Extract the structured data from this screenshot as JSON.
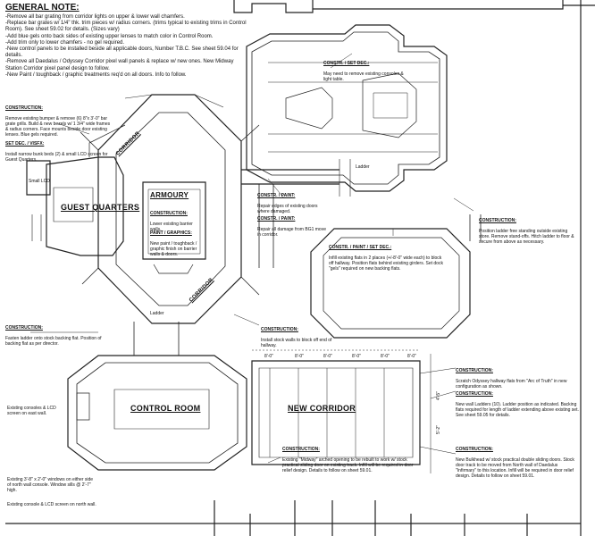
{
  "general_note": {
    "title": "GENERAL NOTE:",
    "items": [
      "-Remove all bar grating from corridor lights on upper & lower wall chamfers.",
      "-Replace bar grates w/ 1/4\" thk. trim pieces w/ radius corners. (trims typical to existing trims in Control Room). See sheet 59.02 for details. (Sizes vary)",
      "-Add blue gels onto back sides of existing upper lenses to match color in Control Room.",
      "-Add trim only to lower chamfers - no gel required.",
      "-New control panels to be installed beside all applicable doors, Number T.B.C. See sheet 59.04 for details.",
      "-Remove all Daedalus / Odyssey Corridor pixel wall panels & replace w/ new ones. New Midway Station Corridor pixel panel design to follow.",
      "-New Paint / toughback / graphic treatments req'd on all doors. Info to follow."
    ]
  },
  "rooms": {
    "guest_quarters": "GUEST QUARTERS",
    "armoury": "ARMOURY",
    "control_room": "CONTROL ROOM",
    "new_corridor": "NEW CORRIDOR",
    "corridor_a": "CORRIDOR",
    "corridor_b": "CORRIDOR",
    "small_room": "Small LCD",
    "ladder_1": "Ladder",
    "ladder_2": "Ladder"
  },
  "notes": {
    "constr_left": {
      "header": "CONSTRUCTION:",
      "text": "Remove existing bumper & remove (6) 8\"x 3'-0\" bar grate grills. Build & new bezels w/ 1 3/4\" wide frames & radius corners. Face mounts beside door existing lenses. Blue gels required."
    },
    "setdec_left": {
      "header": "SET DEC. / VISFX:",
      "text": "Install narrow bunk beds (2) & small LCD screen for Guest Quarters."
    },
    "armoury_constr": {
      "header": "CONSTRUCTION:",
      "text": "Lower existing barrier walls."
    },
    "armoury_paint": {
      "header": "PAINT / GRAPHICS:",
      "text": "New paint / toughback / graphic finish on barrier walls & doors."
    },
    "constr_setdec_top": {
      "header": "CONSTR. / SET DEC.:",
      "text": "May need to remove existing consoles & light table."
    },
    "constr_paint_1": {
      "header": "CONSTR. / PAINT:",
      "text": "Repair edges of existing doors where damaged."
    },
    "constr_paint_2": {
      "header": "CONSTR. / PAINT:",
      "text": "Repair all damage from BG1 move in corridor."
    },
    "constr_right_top": {
      "header": "CONSTRUCTION:",
      "text": "Position ladder free standing outside existing store. Remove stand-offs. Hitch ladder to floor & secure from above as necessary."
    },
    "constr_paint_setdec": {
      "header": "CONSTR. / PAINT / SET DEC.:",
      "text": "Infill existing flats in 2 places (+/-8'-0\" wide each) to block off hallway. Position flats behind existing girders. Set dock \"gels\" required on new backing flats."
    },
    "constr_ladder": {
      "header": "CONSTRUCTION:",
      "text": "Fasten ladder onto stock backing flat. Position of backing flat as per director."
    },
    "constr_stock_walls": {
      "header": "CONSTRUCTION:",
      "text": "Install stock walls to block off end of hallway."
    },
    "constr_odyssey": {
      "header": "CONSTRUCTION:",
      "text": "Scratch Odyssey hallway flats from \"Arc of Truth\" in new configuration as shown."
    },
    "constr_new_ladders": {
      "header": "CONSTRUCTION:",
      "text": "New wall Ladders (10). Ladder position as indicated. Backing flats required for length of ladder extending above existing set. See sheet 59.05 for details."
    },
    "constr_bulkhead": {
      "header": "CONSTRUCTION:",
      "text": "New Bulkhead w/ stock practical double sliding doors. Stock door track to be moved from North wall of Daedalus \"Infirmary\" to this location. Infill will be required in door relief design. Details to follow on sheet 59.01."
    },
    "constr_midway": {
      "header": "CONSTRUCTION:",
      "text": "Existing \"Midway\" arched opening to be rebuilt to work w/ stock practical sliding door on existing track. Infill will be required in door relief design. Details to follow on sheet 59.01."
    },
    "consoles_lcd": {
      "header": "",
      "text": "Existing consoles & LCD screen on east wall."
    },
    "existing_lenses": {
      "header": "",
      "text": "Existing 3'-8\" x 2'-0\" windows on either side of north wall console. Window sills @ 2'-7\" high."
    },
    "existing_north": {
      "header": "",
      "text": "Existing console & LCD screen on north wall."
    }
  },
  "dimensions": {
    "d1": "8'-0\"",
    "d2": "8'-0\"",
    "d3": "8'-0\"",
    "d4": "8'-0\"",
    "d5": "8'-0\"",
    "d6": "8'-0\"",
    "v1": "4'-5\"",
    "v2": "5'-2\""
  }
}
